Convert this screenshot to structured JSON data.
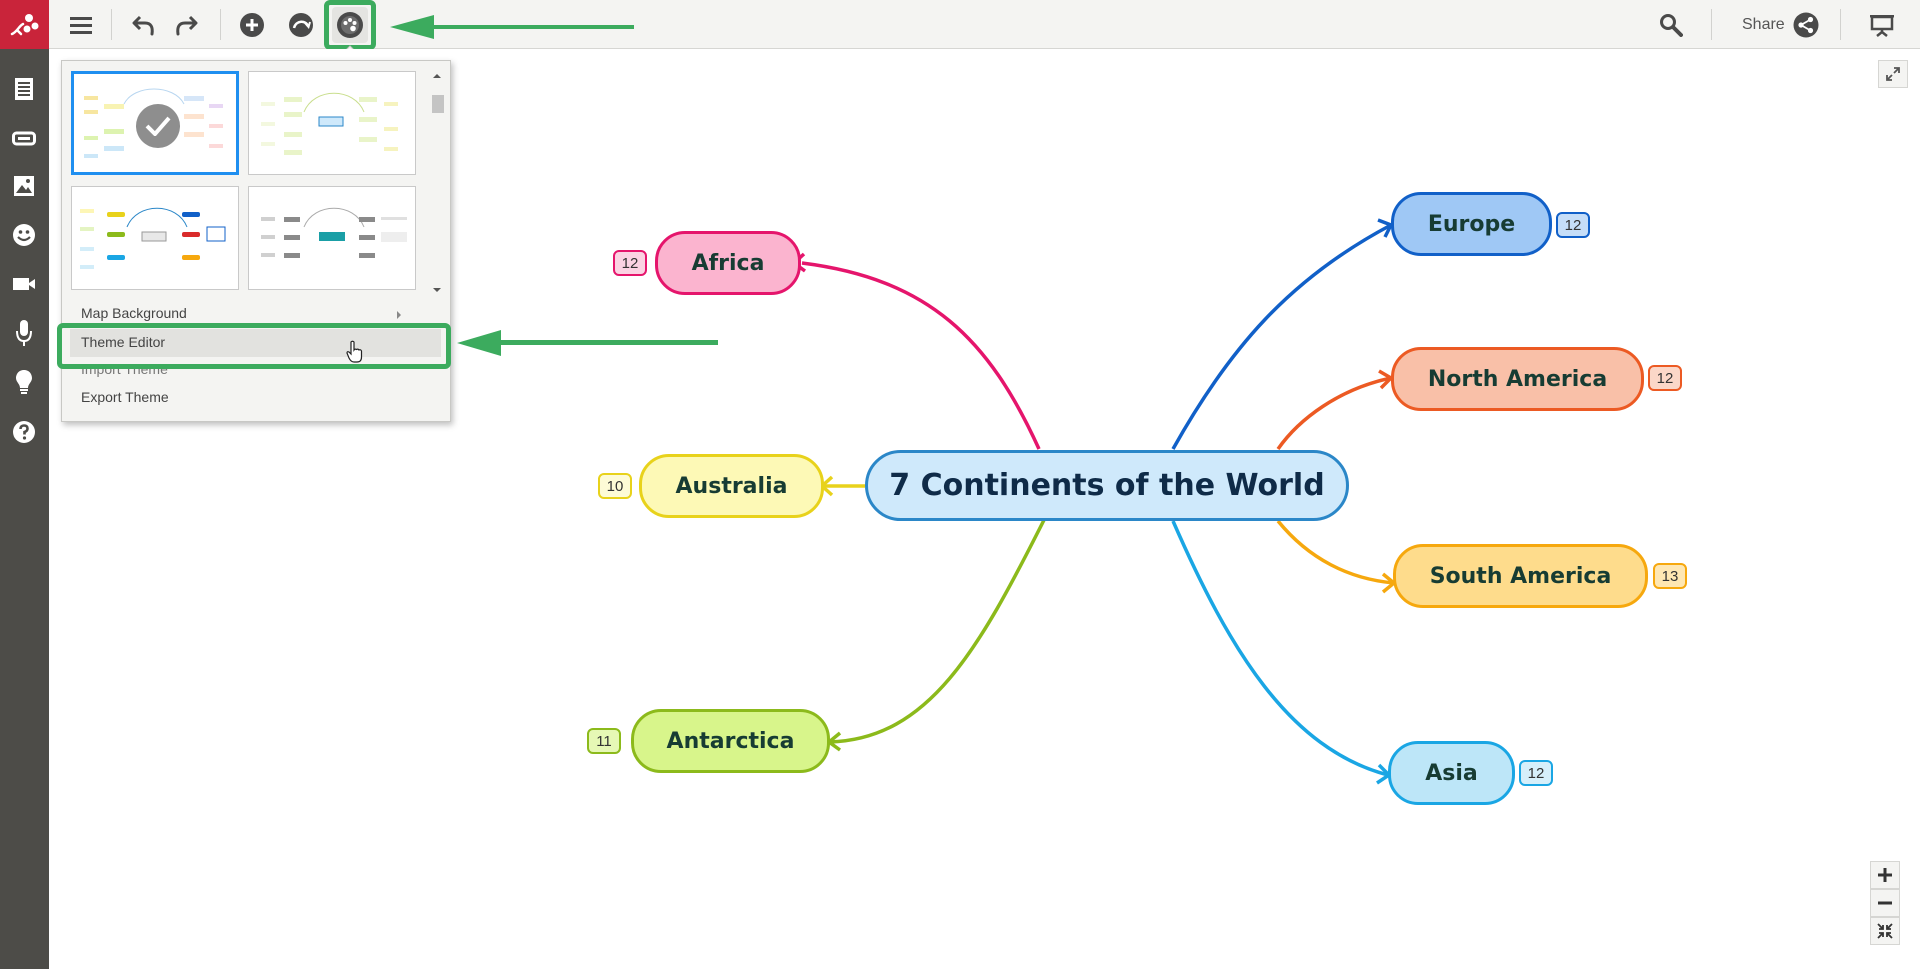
{
  "toolbar": {
    "share_label": "Share",
    "icons": [
      "menu-icon",
      "undo-icon",
      "redo-icon",
      "add-topic-icon",
      "relationship-icon",
      "theme-icon",
      "search-icon",
      "share-icon",
      "presentation-icon"
    ]
  },
  "sidebar": {
    "items": [
      "outline-icon",
      "link-icon",
      "image-icon",
      "emoji-icon",
      "video-icon",
      "microphone-icon",
      "lightbulb-icon",
      "help-icon"
    ]
  },
  "theme_menu": {
    "items": [
      {
        "label": "Map Background",
        "has_submenu": true
      },
      {
        "label": "Theme Editor",
        "highlighted": true
      },
      {
        "label": "Import Theme"
      },
      {
        "label": "Export Theme"
      }
    ]
  },
  "mindmap": {
    "central": {
      "label": "7 Continents of the World",
      "fill": "#cfe9fb",
      "border": "#2b87c8"
    },
    "children": [
      {
        "label": "Africa",
        "count": "12",
        "fill": "#fbb4cf",
        "border": "#e5156c",
        "side": "left"
      },
      {
        "label": "Australia",
        "count": "10",
        "fill": "#fdf9b6",
        "border": "#e8d21b",
        "side": "left"
      },
      {
        "label": "Antarctica",
        "count": "11",
        "fill": "#d8f58b",
        "border": "#8cba1b",
        "side": "left"
      },
      {
        "label": "Europe",
        "count": "12",
        "fill": "#9fc8f5",
        "border": "#1160c8",
        "side": "right"
      },
      {
        "label": "North America",
        "count": "12",
        "fill": "#f9c0a8",
        "border": "#ec5a23",
        "side": "right"
      },
      {
        "label": "South America",
        "count": "13",
        "fill": "#fedc8c",
        "border": "#f6a80e",
        "side": "right"
      },
      {
        "label": "Asia",
        "count": "12",
        "fill": "#bde6f8",
        "border": "#1aa6e4",
        "side": "right"
      }
    ]
  },
  "colors": {
    "accent_green": "#3cab5e",
    "brand_red": "#c9243a",
    "sidebar_bg": "#4d4c48",
    "selected_blue": "#1f8ff0"
  },
  "zoom_controls": [
    "zoom-in-icon",
    "zoom-out-icon",
    "fit-icon"
  ]
}
